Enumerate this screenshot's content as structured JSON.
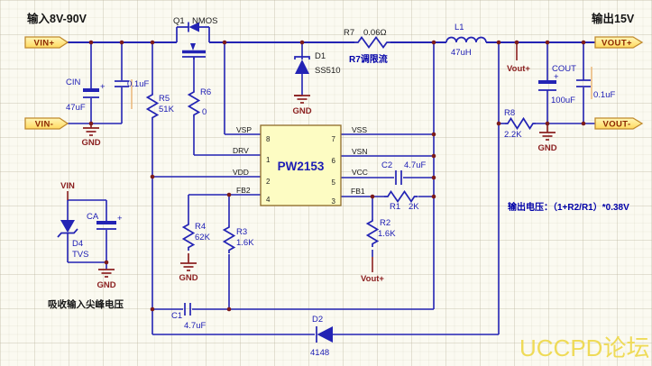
{
  "titles": {
    "input": "输入8V-90V",
    "output": "输出15V"
  },
  "ports": {
    "vin_plus": "VIN+",
    "vin_minus": "VIN-",
    "vout_plus": "VOUT+",
    "vout_minus": "VOUT-"
  },
  "ic": {
    "name": "PW2153",
    "pins_left": [
      {
        "num": "8",
        "name": "VSP"
      },
      {
        "num": "1",
        "name": "DRV"
      },
      {
        "num": "2",
        "name": "VDD"
      },
      {
        "num": "4",
        "name": "FB2"
      }
    ],
    "pins_right": [
      {
        "num": "7",
        "name": "VSS"
      },
      {
        "num": "6",
        "name": "VSN"
      },
      {
        "num": "5",
        "name": "VCC"
      },
      {
        "num": "3",
        "name": "FB1"
      }
    ]
  },
  "components": {
    "q1": {
      "ref": "Q1",
      "value": "NMOS"
    },
    "cin": {
      "ref": "CIN",
      "value": "47uF"
    },
    "cin_small": {
      "ref": "",
      "value": "0.1uF"
    },
    "r5": {
      "ref": "R5",
      "value": "51K"
    },
    "r6": {
      "ref": "R6",
      "value": "0"
    },
    "d1": {
      "ref": "D1",
      "value": "SS510"
    },
    "r7": {
      "ref": "R7",
      "value": "0.06Ω"
    },
    "l1": {
      "ref": "L1",
      "value": "47uH"
    },
    "cout": {
      "ref": "COUT",
      "value": "100uF"
    },
    "cout_small": {
      "ref": "",
      "value": "0.1uF"
    },
    "r8": {
      "ref": "R8",
      "value": "2.2K"
    },
    "c2": {
      "ref": "C2",
      "value": "4.7uF"
    },
    "r1": {
      "ref": "R1",
      "value": "2K"
    },
    "r2": {
      "ref": "R2",
      "value": "1.6K"
    },
    "r3": {
      "ref": "R3",
      "value": "1.6K"
    },
    "r4": {
      "ref": "R4",
      "value": "62K"
    },
    "c1": {
      "ref": "C1",
      "value": "4.7uF"
    },
    "d2": {
      "ref": "D2",
      "value": "4148"
    },
    "d4": {
      "ref": "D4",
      "value": "TVS"
    },
    "ca": {
      "ref": "CA",
      "value": ""
    }
  },
  "net_labels": {
    "gnd": "GND",
    "vin": "VIN",
    "vout_plus": "Vout+"
  },
  "annotations": {
    "r7_note": "R7调限流",
    "output_voltage": "输出电压：（1+R2/R1）*0.38V",
    "absorb_note": "吸收输入尖峰电压",
    "watermark": "UCCPD论坛",
    "plus": "+"
  },
  "colors": {
    "wire": "#2323b4",
    "net_red": "#8b2020",
    "chip_fill": "#fdfcc3",
    "chip_border": "#8f6b29",
    "port_fill": "#ffe98c",
    "port_border": "#c08a2e",
    "annotation_blue": "#0000a8",
    "watermark_yellow": "#eed94c",
    "background": "#fbfaf1"
  }
}
